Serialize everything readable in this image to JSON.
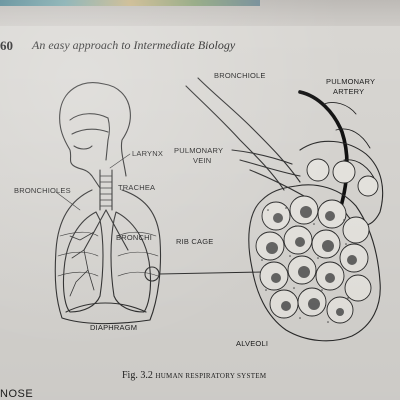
{
  "header": {
    "page_number": "60",
    "running_head": "An easy approach to Intermediate Biology"
  },
  "figure": {
    "labels": {
      "larynx": "LARYNX",
      "trachea": "TRACHEA",
      "bronchioles": "BRONCHIOLES",
      "bronchi": "BRONCHI",
      "rib_cage": "RIB CAGE",
      "diaphragm": "DIAPHRAGM",
      "bronchiole": "BRONCHIOLE",
      "pulmonary_vein_1": "PULMONARY",
      "pulmonary_vein_2": "VEIN",
      "pulmonary_artery_1": "PULMONARY",
      "pulmonary_artery_2": "ARTERY",
      "alveoli": "ALVEOLI"
    },
    "caption_number": "Fig. 3.2",
    "caption_title": "HUMAN RESPIRATORY SYSTEM"
  },
  "next_section": {
    "heading": "NOSE"
  }
}
